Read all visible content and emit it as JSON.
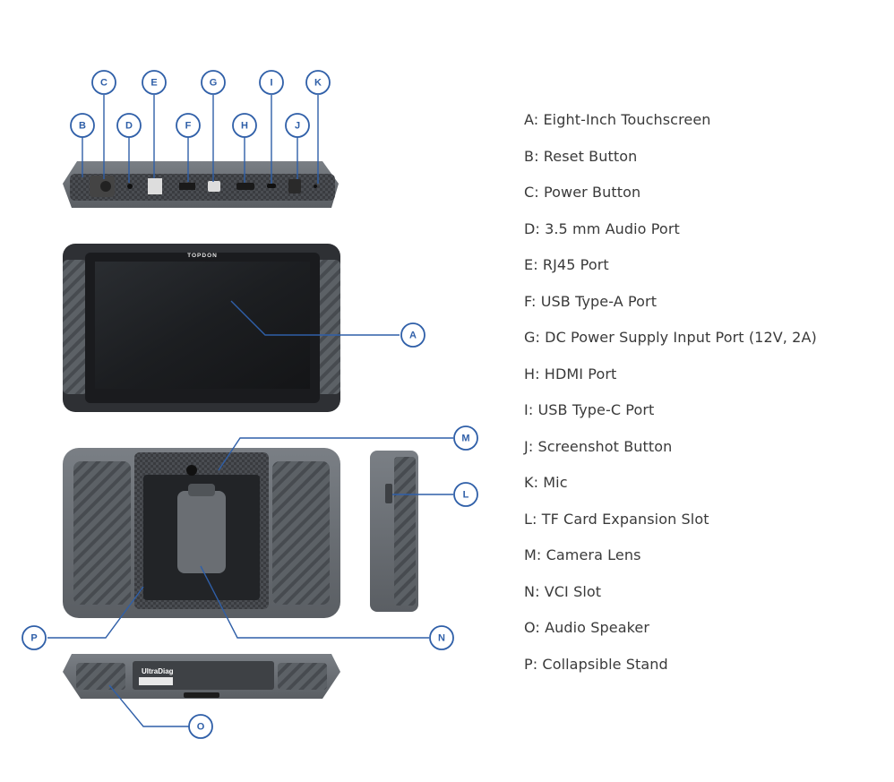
{
  "brand": {
    "logo_text": "TOPDON",
    "back_model_text": "UltraDiag"
  },
  "callouts": [
    {
      "id": "A",
      "label": "A"
    },
    {
      "id": "B",
      "label": "B"
    },
    {
      "id": "C",
      "label": "C"
    },
    {
      "id": "D",
      "label": "D"
    },
    {
      "id": "E",
      "label": "E"
    },
    {
      "id": "F",
      "label": "F"
    },
    {
      "id": "G",
      "label": "G"
    },
    {
      "id": "H",
      "label": "H"
    },
    {
      "id": "I",
      "label": "I"
    },
    {
      "id": "J",
      "label": "J"
    },
    {
      "id": "K",
      "label": "K"
    },
    {
      "id": "L",
      "label": "L"
    },
    {
      "id": "M",
      "label": "M"
    },
    {
      "id": "N",
      "label": "N"
    },
    {
      "id": "O",
      "label": "O"
    },
    {
      "id": "P",
      "label": "P"
    }
  ],
  "legend": [
    "A: Eight-Inch Touchscreen",
    "B: Reset Button",
    "C: Power Button",
    "D: 3.5 mm Audio Port",
    "E: RJ45 Port",
    "F: USB Type-A Port",
    "G: DC Power Supply Input Port (12V, 2A)",
    "H: HDMI Port",
    "I: USB Type-C Port",
    "J: Screenshot Button",
    "K: Mic",
    "L: TF Card Expansion Slot",
    "M: Camera Lens",
    "N: VCI Slot",
    "O: Audio Speaker",
    "P: Collapsible Stand"
  ],
  "colors": {
    "accent": "#2f5fa8",
    "device_gray": "#6e7378",
    "device_dark": "#2b2d30",
    "screen": "#1b1d20"
  }
}
